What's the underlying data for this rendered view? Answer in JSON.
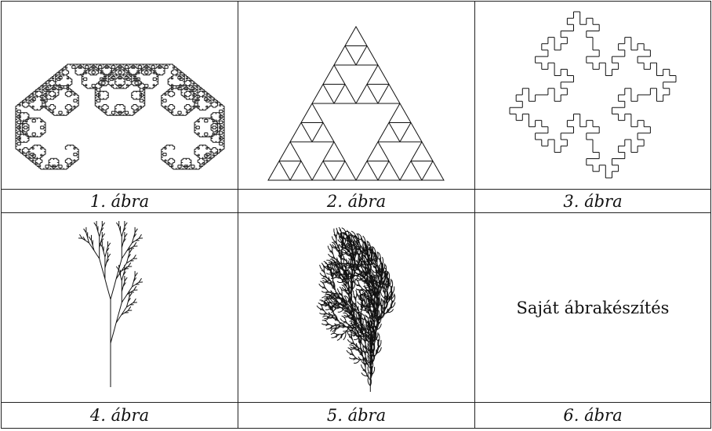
{
  "captions": [
    "1. ábra",
    "2. ábra",
    "3. ábra",
    "4. ábra",
    "5. ábra",
    "6. ábra"
  ],
  "own_drawing_text": "Saját ábrakészítés",
  "figures": {
    "fig1": "dragon-curve-icon",
    "fig2": "sierpinski-triangle-icon",
    "fig3": "quadratic-koch-island-icon",
    "fig4": "lsystem-plant-icon",
    "fig5": "lsystem-bush-icon"
  }
}
